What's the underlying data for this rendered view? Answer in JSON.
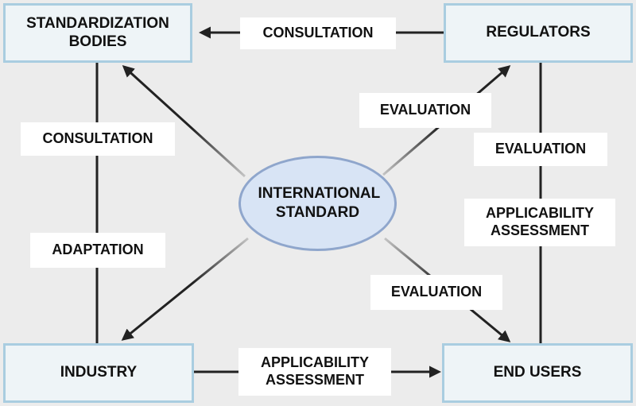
{
  "nodes": {
    "standardization_bodies": "STANDARDIZATION BODIES",
    "regulators": "REGULATORS",
    "industry": "INDUSTRY",
    "end_users": "END USERS",
    "international_standard": "INTERNATIONAL STANDARD"
  },
  "edges": {
    "regulators_to_bodies": "CONSULTATION",
    "bodies_industry_upper": "CONSULTATION",
    "bodies_industry_lower": "ADAPTATION",
    "standard_to_regulators": "EVALUATION",
    "regulators_end_users_upper": "EVALUATION",
    "regulators_end_users_lower": "APPLICABILITY ASSESSMENT",
    "standard_to_end_users": "EVALUATION",
    "industry_to_end_users": "APPLICABILITY ASSESSMENT"
  },
  "colors": {
    "box_border": "#a9cde0",
    "box_fill": "#eef4f7",
    "ellipse_fill": "#d8e4f5",
    "ellipse_border": "#8fa6cc",
    "line": "#222222",
    "background": "#ececec"
  }
}
